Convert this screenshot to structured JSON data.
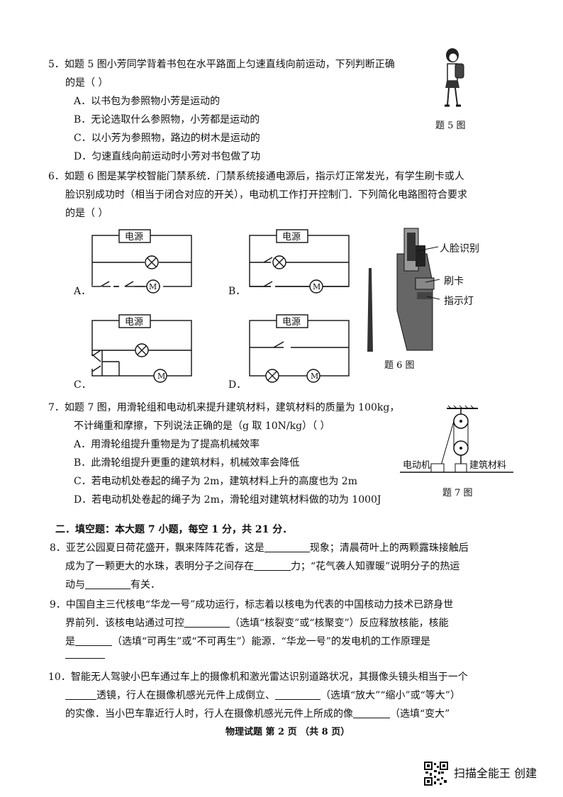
{
  "q5": {
    "stem1": "5．如题 5 图小芳同学背着书包在水平路面上匀速直线向前运动，下列判断正确",
    "stem2": "的是（      ）",
    "A": "A．以书包为参照物小芳是运动的",
    "B": "B．无论选取什么参照物，小芳都是运动的",
    "C": "C．以小芳为参照物，路边的树木是运动的",
    "D": "D．匀速直线向前运动时小芳对书包做了功",
    "fig_caption": "题 5 图"
  },
  "q6": {
    "stem1": "6．如题 6 图是某学校智能门禁系统．门禁系统接通电源后，指示灯正常发光，有学生刷卡或人",
    "stem2": "脸识别成功时（相当于闭合对应的开关），电动机工作打开控制门．下列简化电路图符合要求",
    "stem3": "的是（      ）",
    "power_label": "电源",
    "motor_symbol": "M",
    "optA": "A．",
    "optB": "B．",
    "optC": "C．",
    "optD": "D．",
    "photo_labels": [
      "人脸识别",
      "刷卡",
      "指示灯"
    ],
    "fig_caption": "题 6 图"
  },
  "q7": {
    "stem1": "7．如题 7 图，用滑轮组和电动机来提升建筑材料，建筑材料的质量为 100kg，",
    "stem2": "不计绳重和摩擦，下列说法正确的是（g 取 10N/kg）（      ）",
    "A": "A．用滑轮组提升重物是为了提高机械效率",
    "B": "B．此滑轮组提升更重的建筑材料，机械效率会降低",
    "C": "C．若电动机处卷起的绳子为 2m，建筑材料上升的高度也为 2m",
    "D": "D．若电动机处卷起的绳子为 2m，滑轮组对建筑材料做的功为 1000J",
    "label_motor": "电动机",
    "label_material": "建筑材料",
    "fig_caption": "题 7 图"
  },
  "section2": {
    "title": "二．填空题：本大题 7 小题，每空 1 分，共 21 分．"
  },
  "q8": {
    "l1a": "8．亚艺公园夏日荷花盛开，飘来阵阵花香，这是",
    "l1b": "现象；清晨荷叶上的两颗露珠接触后",
    "l2a": "成为了一颗更大的水珠，表明分子之间存在",
    "l2b": "力；“花气袭人知骤暖”说明分子的热运",
    "l3a": "动与",
    "l3b": "有关．"
  },
  "q9": {
    "l1": "9．中国自主三代核电“华龙一号”成功运行，标志着以核电为代表的中国核动力技术已跻身世",
    "l2a": "界前列．该核电站通过可控",
    "l2b": "（选填“核裂变”或“核聚变”）反应释放核能，核能",
    "l3a": "是",
    "l3b": "（选填“可再生”或“不可再生”）能源．“华龙一号”的发电机的工作原理是"
  },
  "q10": {
    "l1": "10．智能无人驾驶小巴车通过车上的摄像机和激光雷达识别道路状况，其摄像头镜头相当于一个",
    "l2a": "透镜，行人在摄像机感光元件上成倒立、",
    "l2b": "（选填“放大”“缩小”或“等大”）",
    "l3a": "的实像．当小巴车靠近行人时，行人在摄像机感光元件上所成的像",
    "l3b": "（选填“变大”"
  },
  "footer": {
    "page": "物理试题  第 2 页  （共 8 页）"
  },
  "watermark": {
    "text": "扫描全能王  创建"
  }
}
